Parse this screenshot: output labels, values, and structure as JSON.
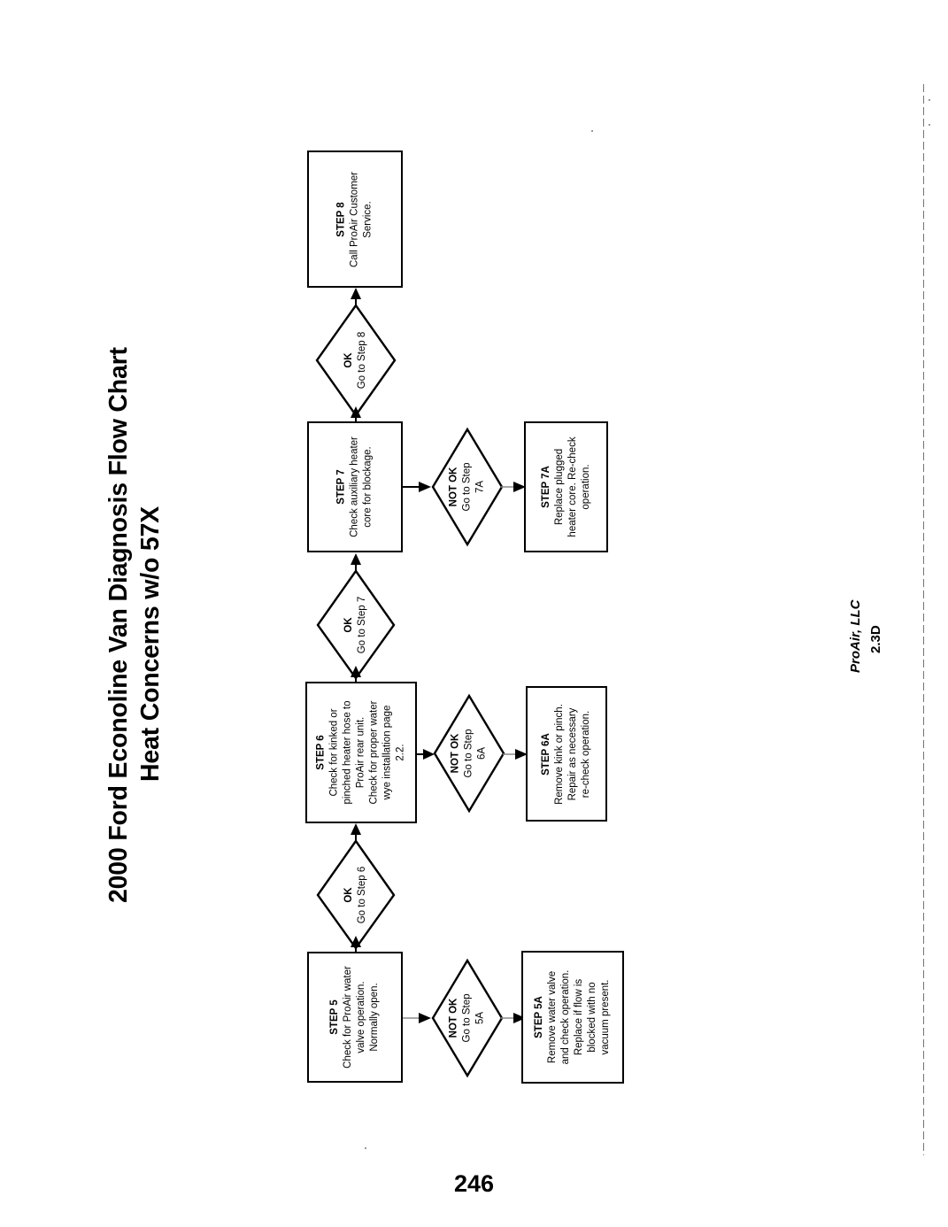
{
  "document": {
    "title_line1": "2000 Ford Econoline Van Diagnosis Flow Chart",
    "title_line2": "Heat Concerns w/o 57X",
    "page_number": "246",
    "footer_company": "ProAir, LLC",
    "footer_revision": "2.3D",
    "orientation": "landscape-rotated-90ccw",
    "ink_color": "#000000",
    "paper_color": "#ffffff"
  },
  "chart_data": {
    "type": "diagram",
    "diagram_kind": "flowchart",
    "title": "2000 Ford Econoline Van Diagnosis Flow Chart Heat Concerns w/o 57X",
    "nodes": [
      {
        "id": "step5",
        "shape": "rectangle",
        "title": "STEP 5",
        "body": "Check for ProAir water valve operation. Normally open.",
        "lines": [
          "STEP 5",
          "Check for ProAir water",
          "valve operation.",
          "Normally open."
        ]
      },
      {
        "id": "step5-notok",
        "shape": "diamond",
        "title": "NOT OK",
        "body": "Go to Step 5A",
        "lines": [
          "NOT OK",
          "Go to Step",
          "5A"
        ]
      },
      {
        "id": "step5a",
        "shape": "rectangle",
        "title": "STEP 5A",
        "body": "Remove water valve and check operation. Replace if flow is blocked with no vacuum present.",
        "lines": [
          "STEP 5A",
          "Remove water valve",
          "and check operation.",
          "Replace if flow is",
          "blocked with no",
          "vacuum present."
        ]
      },
      {
        "id": "step5-ok",
        "shape": "diamond",
        "title": "OK",
        "body": "Go to Step 6",
        "lines": [
          "OK",
          "Go to Step 6"
        ]
      },
      {
        "id": "step6",
        "shape": "rectangle",
        "title": "STEP 6",
        "body": "Check for kinked or pinched heater hose to ProAir rear unit. Check for proper water wye installation page 2.2.",
        "lines": [
          "STEP 6",
          "Check for kinked or",
          "pinched heater hose to",
          "ProAir rear unit.",
          "Check for proper water",
          "wye installation page",
          "2.2."
        ]
      },
      {
        "id": "step6-notok",
        "shape": "diamond",
        "title": "NOT OK",
        "body": "Go to Step 6A",
        "lines": [
          "NOT OK",
          "Go to Step",
          "6A"
        ]
      },
      {
        "id": "step6a",
        "shape": "rectangle",
        "title": "STEP 6A",
        "body": "Remove kink or pinch. Repair as necessary re-check operation.",
        "lines": [
          "STEP 6A",
          "Remove kink or pinch.",
          "Repair as necessary",
          "re-check operation."
        ]
      },
      {
        "id": "step6-ok",
        "shape": "diamond",
        "title": "OK",
        "body": "Go to Step 7",
        "lines": [
          "OK",
          "Go to Step 7"
        ]
      },
      {
        "id": "step7",
        "shape": "rectangle",
        "title": "STEP 7",
        "body": "Check auxiliary heater core for blockage.",
        "lines": [
          "STEP 7",
          "Check auxiliary heater",
          "core for blockage."
        ]
      },
      {
        "id": "step7-notok",
        "shape": "diamond",
        "title": "NOT OK",
        "body": "Go to Step 7A",
        "lines": [
          "NOT OK",
          "Go to Step",
          "7A"
        ]
      },
      {
        "id": "step7a",
        "shape": "rectangle",
        "title": "STEP 7A",
        "body": "Replace plugged heater core. Re-check operation.",
        "lines": [
          "STEP 7A",
          "Replace plugged",
          "heater core. Re-check",
          "operation."
        ]
      },
      {
        "id": "step7-ok",
        "shape": "diamond",
        "title": "OK",
        "body": "Go to Step 8",
        "lines": [
          "OK",
          "Go to Step 8"
        ]
      },
      {
        "id": "step8",
        "shape": "rectangle",
        "title": "STEP 8",
        "body": "Call ProAir Customer Service.",
        "lines": [
          "STEP 8",
          "Call ProAir Customer",
          "Service."
        ]
      }
    ],
    "edges": [
      {
        "from": "step5",
        "to": "step5-notok",
        "label": ""
      },
      {
        "from": "step5-notok",
        "to": "step5a",
        "label": ""
      },
      {
        "from": "step5",
        "to": "step5-ok",
        "label": ""
      },
      {
        "from": "step5-ok",
        "to": "step6",
        "label": ""
      },
      {
        "from": "step6",
        "to": "step6-notok",
        "label": ""
      },
      {
        "from": "step6-notok",
        "to": "step6a",
        "label": ""
      },
      {
        "from": "step6",
        "to": "step6-ok",
        "label": ""
      },
      {
        "from": "step6-ok",
        "to": "step7",
        "label": ""
      },
      {
        "from": "step7",
        "to": "step7-notok",
        "label": ""
      },
      {
        "from": "step7-notok",
        "to": "step7a",
        "label": ""
      },
      {
        "from": "step7",
        "to": "step7-ok",
        "label": ""
      },
      {
        "from": "step7-ok",
        "to": "step8",
        "label": ""
      }
    ]
  },
  "nodes": {
    "step5": {
      "l0": "STEP 5",
      "l1": "Check for ProAir water",
      "l2": "valve operation.",
      "l3": "Normally open."
    },
    "step5a": {
      "l0": "STEP 5A",
      "l1": "Remove water valve",
      "l2": "and check operation.",
      "l3": "Replace if flow is",
      "l4": "blocked with no",
      "l5": "vacuum present."
    },
    "step6": {
      "l0": "STEP 6",
      "l1": "Check for kinked or",
      "l2": "pinched heater hose to",
      "l3": "ProAir rear unit.",
      "l4": "Check for proper water",
      "l5": "wye installation page",
      "l6": "2.2."
    },
    "step6a": {
      "l0": "STEP 6A",
      "l1": "Remove kink or pinch.",
      "l2": "Repair as necessary",
      "l3": "re-check operation."
    },
    "step7": {
      "l0": "STEP 7",
      "l1": "Check auxiliary heater",
      "l2": "core for blockage."
    },
    "step7a": {
      "l0": "STEP 7A",
      "l1": "Replace plugged",
      "l2": "heater core. Re-check",
      "l3": "operation."
    },
    "step8": {
      "l0": "STEP 8",
      "l1": "Call ProAir Customer",
      "l2": "Service."
    }
  },
  "decisions": {
    "notok5": {
      "l0": "NOT OK",
      "l1": "Go to Step",
      "l2": "5A"
    },
    "ok5": {
      "l0": "OK",
      "l1": "Go to Step 6"
    },
    "notok6": {
      "l0": "NOT OK",
      "l1": "Go to Step",
      "l2": "6A"
    },
    "ok6": {
      "l0": "OK",
      "l1": "Go to Step 7"
    },
    "notok7": {
      "l0": "NOT OK",
      "l1": "Go to Step",
      "l2": "7A"
    },
    "ok7": {
      "l0": "OK",
      "l1": "Go to Step 8"
    }
  }
}
